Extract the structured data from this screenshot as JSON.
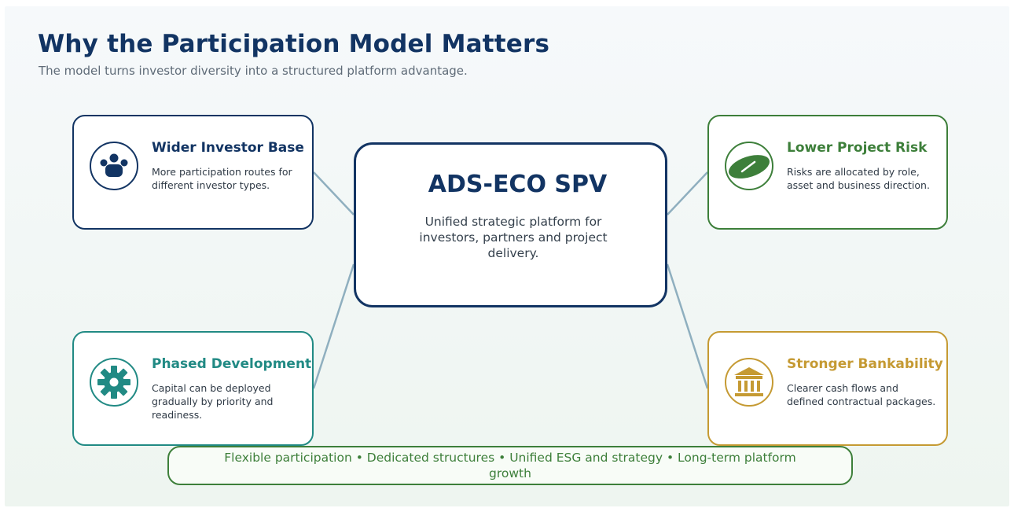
{
  "header": {
    "title": "Why the Participation Model Matters",
    "subtitle": "The model turns investor diversity into a structured platform advantage."
  },
  "center": {
    "title": "ADS-ECO SPV",
    "description": "Unified strategic platform for investors, partners and project delivery."
  },
  "cards": [
    {
      "title": "Wider Investor Base",
      "description": "More participation routes for different investor types.",
      "icon": "people-group-icon",
      "color": "#123463"
    },
    {
      "title": "Lower Project Risk",
      "description": "Risks are allocated by role, asset and business direction.",
      "icon": "leaf-icon",
      "color": "#3d7f3a"
    },
    {
      "title": "Phased Development",
      "description": "Capital can be deployed gradually by priority and readiness.",
      "icon": "gear-icon",
      "color": "#218a84"
    },
    {
      "title": "Stronger Bankability",
      "description": "Clearer cash flows and defined contractual packages.",
      "icon": "bank-icon",
      "color": "#c59a33"
    }
  ],
  "footer": {
    "text": "Flexible participation • Dedicated structures • Unified ESG and strategy • Long-term platform growth"
  }
}
